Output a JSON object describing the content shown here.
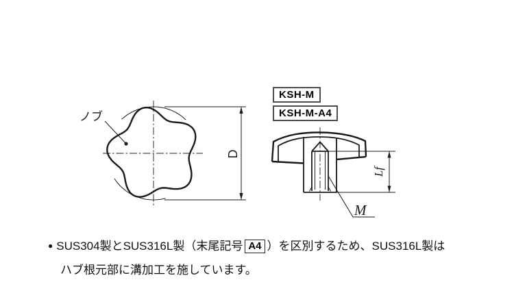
{
  "drawing": {
    "front_view": {
      "knob_label": "ノブ",
      "diameter_label": "D"
    },
    "side_view": {
      "part_numbers": [
        "KSH-M",
        "KSH-M-A4"
      ],
      "thread_length_label": "Lf",
      "thread_size_label": "M"
    }
  },
  "note": {
    "bullet": "●",
    "line1_prefix": "SUS304製とSUS316L製（末尾記号",
    "suffix_badge": "A4",
    "line1_suffix": "）を区別するため、SUS316L製は",
    "line2": "ハブ根元部に溝加工を施しています。"
  },
  "colors": {
    "ink": "#1a1a1a",
    "background": "#ffffff"
  }
}
